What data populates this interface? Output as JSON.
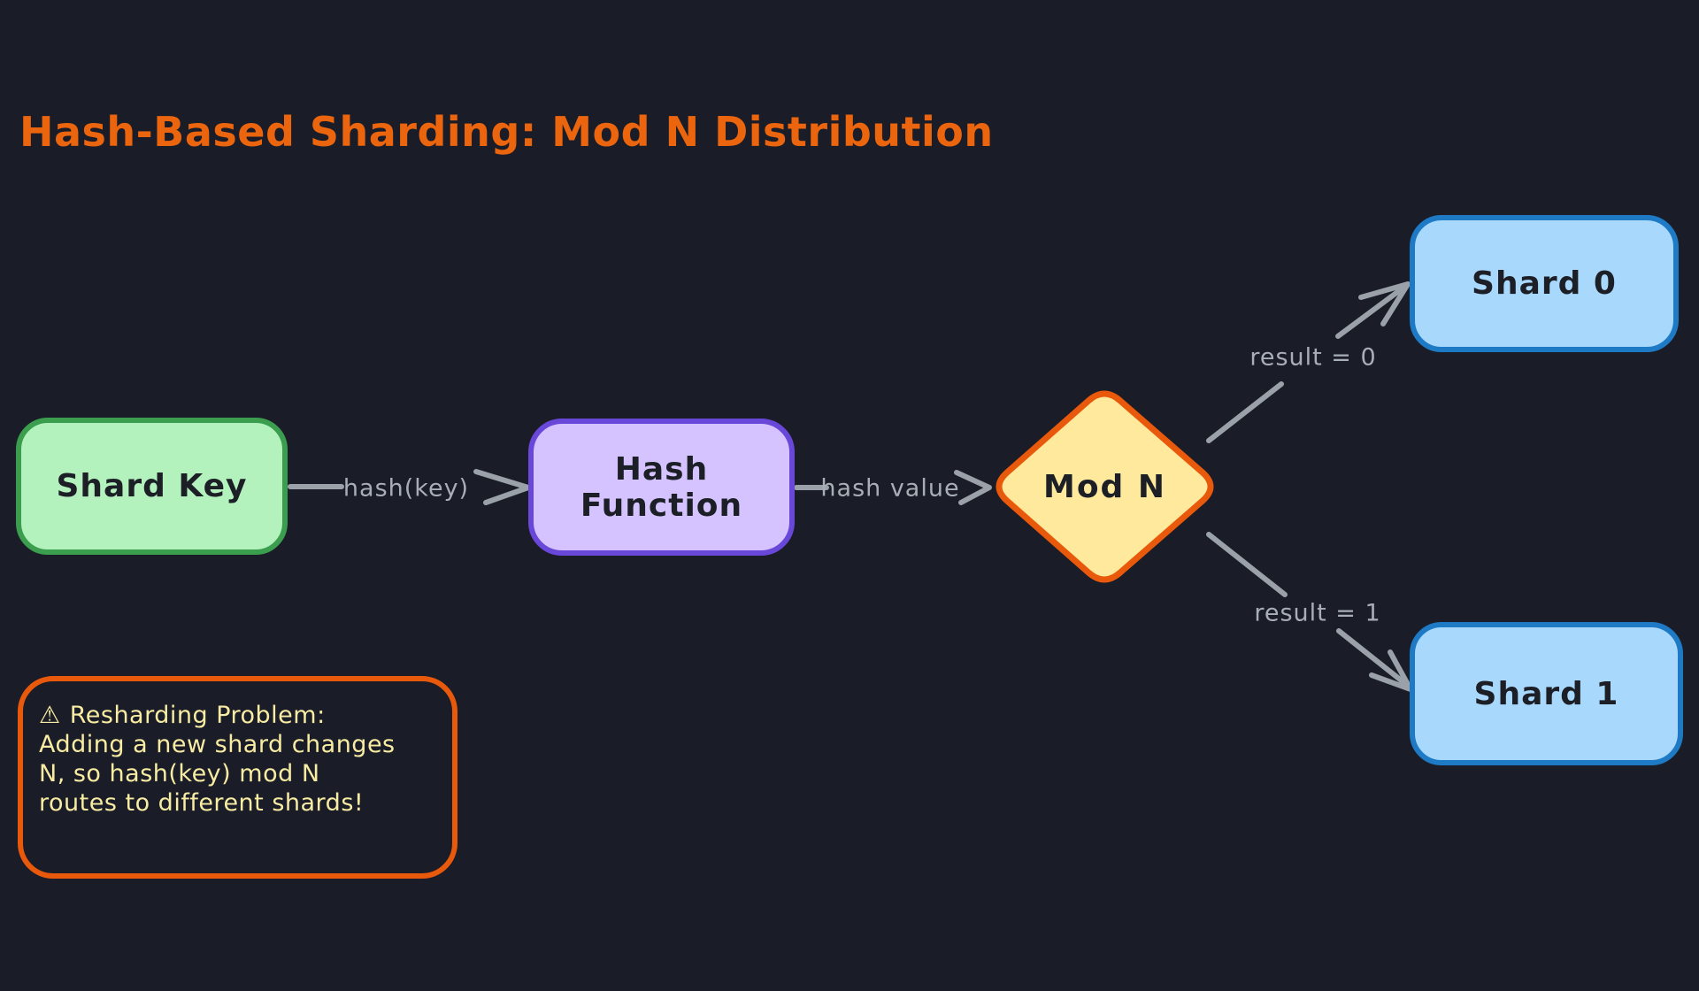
{
  "title": "Hash-Based Sharding: Mod N Distribution",
  "colors": {
    "background": "#1a1c28",
    "title": "#ea650d",
    "arrow": "#9aa1a9",
    "edge_label": "#a8aeb6",
    "shard_key_fill": "#b4f2bd",
    "shard_key_border": "#3b9e4e",
    "hash_function_fill": "#d4c3fe",
    "hash_function_border": "#6947d9",
    "mod_n_fill": "#ffe99c",
    "mod_n_border": "#e8590c",
    "shard_fill": "#a8d9fd",
    "shard_border": "#1e7ac5",
    "note_border": "#e8590c",
    "note_text": "#f7eca2"
  },
  "nodes": {
    "shard_key": {
      "label": "Shard Key"
    },
    "hash_function": {
      "label": "Hash Function"
    },
    "mod_n": {
      "label": "Mod N"
    },
    "shard_0": {
      "label": "Shard 0"
    },
    "shard_1": {
      "label": "Shard 1"
    }
  },
  "edges": {
    "hash_key": {
      "label": "hash(key)"
    },
    "hash_value": {
      "label": "hash value"
    },
    "result_0": {
      "label": "result = 0"
    },
    "result_1": {
      "label": "result = 1"
    }
  },
  "note": {
    "icon": "⚠",
    "heading": "Resharding Problem:",
    "lines": [
      "Adding a new shard changes",
      "N, so hash(key) mod N",
      "routes to different shards!"
    ]
  }
}
